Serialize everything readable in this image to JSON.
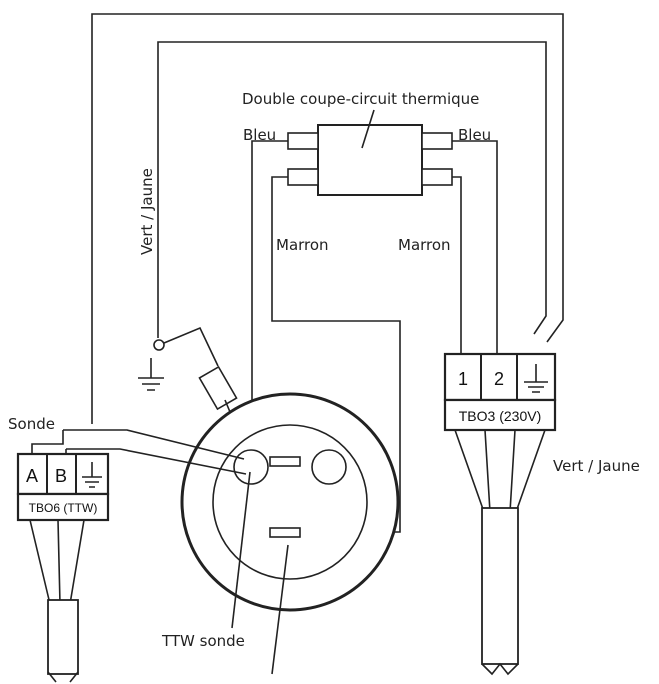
{
  "labels": {
    "thermal_cutout": "Double coupe-circuit thermique",
    "blue_left": "Bleu",
    "blue_right": "Bleu",
    "brown_left": "Marron",
    "brown_right": "Marron",
    "green_yellow_left": "Vert / Jaune",
    "green_yellow_right": "Vert / Jaune",
    "probe": "Sonde",
    "ttw_probe": "TTW sonde"
  },
  "tbo3": {
    "terminals": [
      "1",
      "2"
    ],
    "title": "TBO3 (230V)"
  },
  "tbo6": {
    "terminals": [
      "A",
      "B"
    ],
    "title": "TBO6 (TTW)"
  }
}
